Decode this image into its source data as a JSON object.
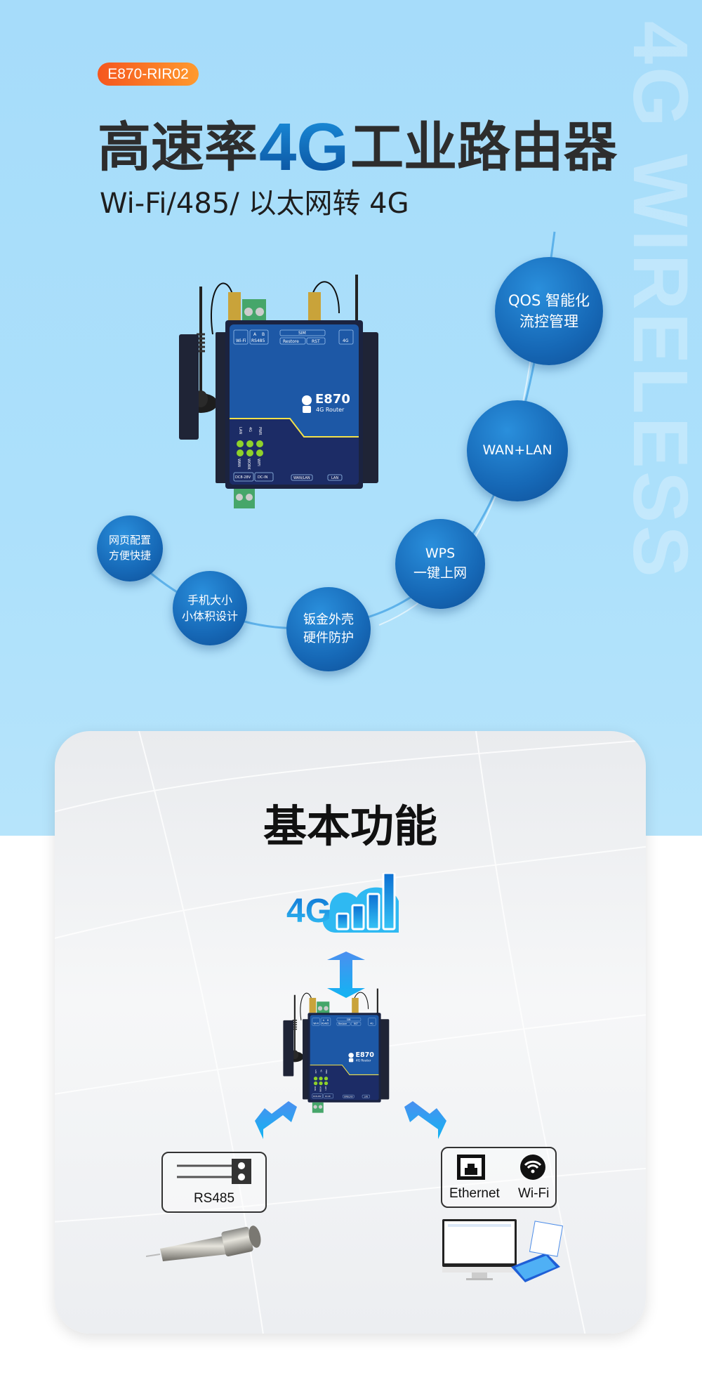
{
  "header": {
    "model_badge": "E870-RIR02",
    "title_pre": "高速率",
    "title_highlight": "4G",
    "title_post": "工业路由器",
    "subtitle": "Wi-Fi/485/ 以太网转 4G",
    "watermark": "4G WIRELESS"
  },
  "features": [
    {
      "line1": "QOS 智能化",
      "line2": "流控管理"
    },
    {
      "line1": "WAN+LAN",
      "line2": ""
    },
    {
      "line1": "WPS",
      "line2": "一键上网"
    },
    {
      "line1": "钣金外壳",
      "line2": "硬件防护"
    },
    {
      "line1": "手机大小",
      "line2": "小体积设计"
    },
    {
      "line1": "网页配置",
      "line2": "方便快捷"
    }
  ],
  "device": {
    "wifi": "Wi-Fi",
    "a": "A",
    "b": "B",
    "rs485": "RS485",
    "sim": "SIM",
    "restore": "Restore",
    "rst": "RST",
    "g4": "4G",
    "brand": "E870",
    "sub": "4G Router",
    "led_top": [
      "LAN",
      "4G",
      "PWR"
    ],
    "led_bottom": [
      "WAN",
      "WORK",
      "WIFI"
    ],
    "dc": "DC8-28V",
    "dcin": "DC-IN",
    "wanlan": "WAN/LAN",
    "lan": "LAN"
  },
  "basic": {
    "title": "基本功能",
    "cloud_label": "4G",
    "rs485_label": "RS485",
    "ethernet_label": "Ethernet",
    "wifi_label": "Wi-Fi"
  },
  "colors": {
    "accent_blue": "#1668b6",
    "badge_orange": "#f5561e",
    "led_green": "#8fd12a",
    "bg_blue": "#a6dcfa"
  }
}
